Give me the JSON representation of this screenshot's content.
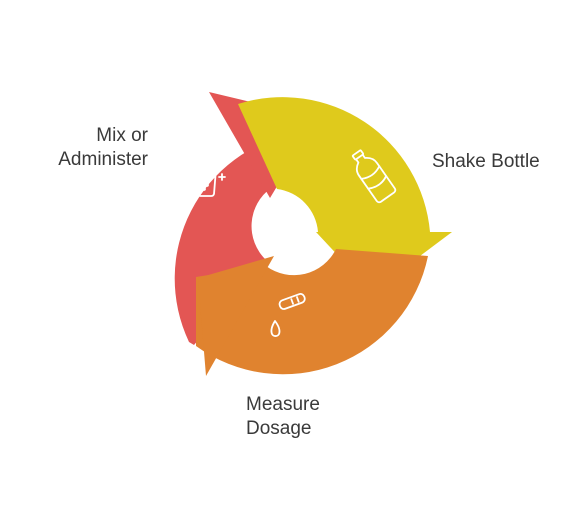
{
  "diagram": {
    "steps": [
      {
        "id": "shake",
        "label_lines": [
          "Shake Bottle"
        ],
        "color": "#dfca1c",
        "icon": "bottle-icon"
      },
      {
        "id": "measure",
        "label_lines": [
          "Measure",
          "Dosage"
        ],
        "color": "#e0832f",
        "icon": "dropper-icon"
      },
      {
        "id": "mix",
        "label_lines": [
          "Mix or",
          "Administer"
        ],
        "color": "#e35654",
        "icon": "fizzy-cup-icon"
      }
    ],
    "text_color": "#3a3a3a",
    "icon_color": "#ffffff"
  }
}
